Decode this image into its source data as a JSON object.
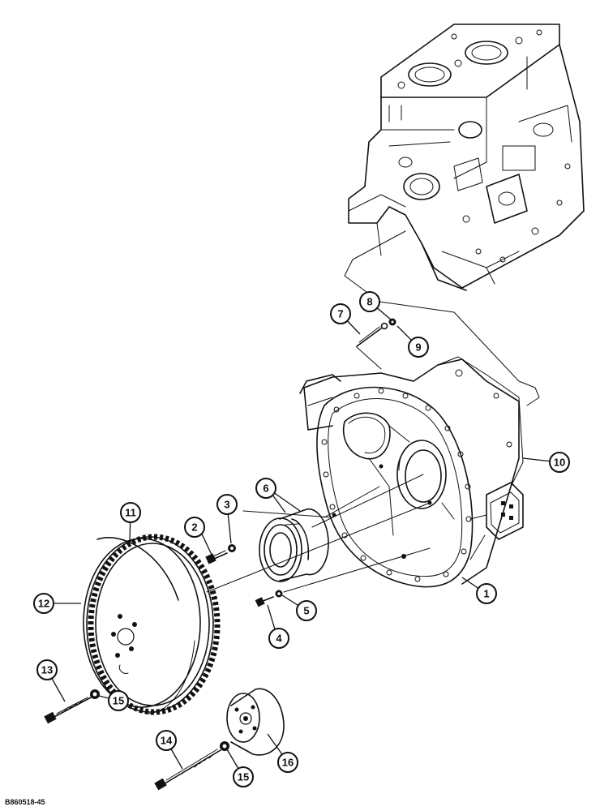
{
  "drawing_ref": "B860518-45",
  "callouts": [
    {
      "id": "c1",
      "number": "1"
    },
    {
      "id": "c2",
      "number": "2"
    },
    {
      "id": "c3",
      "number": "3"
    },
    {
      "id": "c4",
      "number": "4"
    },
    {
      "id": "c5",
      "number": "5"
    },
    {
      "id": "c6",
      "number": "6"
    },
    {
      "id": "c7",
      "number": "7"
    },
    {
      "id": "c8",
      "number": "8"
    },
    {
      "id": "c9",
      "number": "9"
    },
    {
      "id": "c10",
      "number": "10"
    },
    {
      "id": "c11",
      "number": "11"
    },
    {
      "id": "c12",
      "number": "12"
    },
    {
      "id": "c13",
      "number": "13"
    },
    {
      "id": "c14",
      "number": "14"
    },
    {
      "id": "c15a",
      "number": "15"
    },
    {
      "id": "c15b",
      "number": "15"
    },
    {
      "id": "c16",
      "number": "16"
    }
  ]
}
